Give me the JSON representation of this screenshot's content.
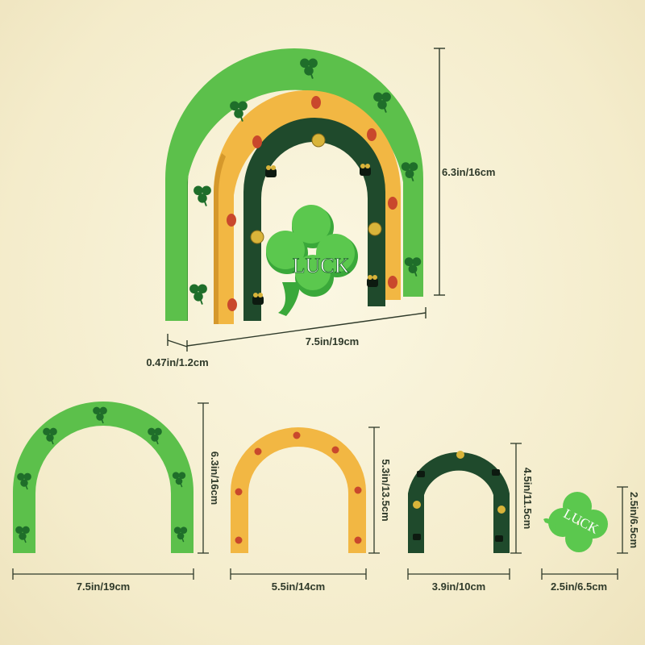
{
  "colors": {
    "outer_green": "#5cc04b",
    "outer_green_dark": "#3f9a34",
    "yellow": "#f2b743",
    "yellow_dark": "#c98a22",
    "dark_green": "#1f4a2c",
    "dark_green_side": "#14331e",
    "dot_red": "#c9482c",
    "coin_gold": "#d9b43a",
    "shamrock_light": "#5bc84e",
    "shamrock_dark": "#1f6e2a",
    "dim_line": "#2f3a2a"
  },
  "assembled": {
    "height_label": "6.3in/16cm",
    "width_label": "7.5in/19cm",
    "depth_label": "0.47in/1.2cm",
    "shamrock_text": "LUCK"
  },
  "pieces": [
    {
      "name": "outer-arch",
      "width_label": "7.5in/19cm",
      "height_label": "6.3in/16cm"
    },
    {
      "name": "middle-arch",
      "width_label": "5.5in/14cm",
      "height_label": "5.3in/13.5cm"
    },
    {
      "name": "inner-arch",
      "width_label": "3.9in/10cm",
      "height_label": "4.5in/11.5cm"
    },
    {
      "name": "shamrock",
      "width_label": "2.5in/6.5cm",
      "height_label": "2.5in/6.5cm",
      "text": "LUCK"
    }
  ]
}
